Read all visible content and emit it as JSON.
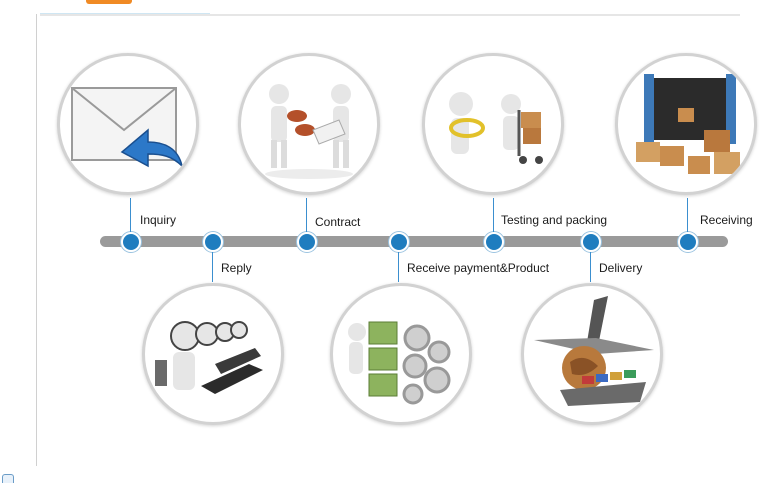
{
  "steps": {
    "inquiry": {
      "label": "Inquiry",
      "icon": "envelope-reply-icon"
    },
    "reply": {
      "label": "Reply",
      "icon": "call-center-icon"
    },
    "contract": {
      "label": "Contract",
      "icon": "handshake-contract-icon"
    },
    "payment": {
      "label": "Receive payment&Product",
      "icon": "money-gears-icon"
    },
    "testing": {
      "label": "Testing and packing",
      "icon": "inspection-trolley-icon"
    },
    "delivery": {
      "label": "Delivery",
      "icon": "plane-ship-globe-icon"
    },
    "receiving": {
      "label": "Receiving",
      "icon": "container-boxes-icon"
    }
  },
  "colors": {
    "accent": "#f08a24",
    "node": "#1f7dbf",
    "track": "#9a9a9a"
  }
}
